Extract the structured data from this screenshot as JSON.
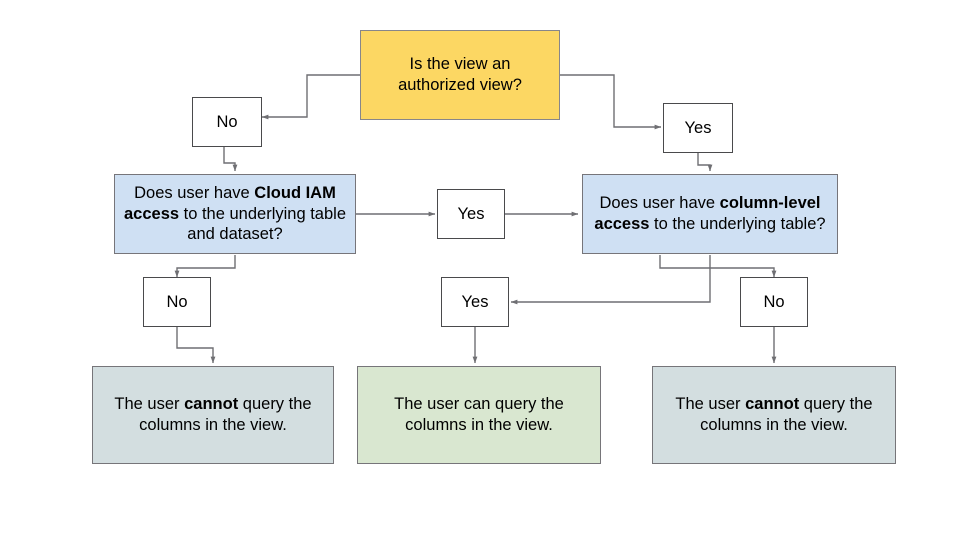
{
  "diagram": {
    "title": "Authorized view and column-level access decision flow",
    "background": "#ffffff",
    "colors": {
      "decision_fill": "#fcd763",
      "question_fill": "#cfe0f3",
      "deny_fill": "#d3dee0",
      "allow_fill": "#d9e7d0",
      "edge_stroke": "#6f6f73",
      "border": "#77767a"
    }
  },
  "nodes": {
    "authorized_view": {
      "label": "Is the view an\nauthorized view?",
      "kind": "decision"
    },
    "branch_no_top": {
      "label": "No",
      "kind": "branch"
    },
    "branch_yes_top": {
      "label": "Yes",
      "kind": "branch"
    },
    "cloud_iam": {
      "label_html": "Does user have <b>Cloud IAM access</b> to the underlying table and dataset?",
      "label": "Does user have Cloud IAM access to the underlying table and dataset?",
      "kind": "question"
    },
    "column_level": {
      "label_html": "Does user have <b>column-level access</b> to the underlying table?",
      "label": "Does user have column-level access to the underlying table?",
      "kind": "question"
    },
    "branch_yes_mid": {
      "label": "Yes",
      "kind": "branch"
    },
    "branch_no_left": {
      "label": "No",
      "kind": "branch"
    },
    "branch_yes_low": {
      "label": "Yes",
      "kind": "branch"
    },
    "branch_no_right": {
      "label": "No",
      "kind": "branch"
    },
    "outcome_left": {
      "label_html": "The user <b>cannot</b> query the columns in the view.",
      "label": "The user cannot query the columns in the view.",
      "kind": "outcome-deny"
    },
    "outcome_middle": {
      "label_html": "The user can query the columns in the view.",
      "label": "The user can query the columns in the view.",
      "kind": "outcome-allow"
    },
    "outcome_right": {
      "label_html": "The user <b>cannot</b> query the columns in the view.",
      "label": "The user cannot query the columns in the view.",
      "kind": "outcome-deny"
    }
  },
  "edges": [
    {
      "from": "authorized_view",
      "to": "branch_no_top",
      "label": ""
    },
    {
      "from": "authorized_view",
      "to": "branch_yes_top",
      "label": ""
    },
    {
      "from": "branch_no_top",
      "to": "cloud_iam",
      "label": ""
    },
    {
      "from": "branch_yes_top",
      "to": "column_level",
      "label": ""
    },
    {
      "from": "cloud_iam",
      "to": "branch_yes_mid",
      "label": ""
    },
    {
      "from": "branch_yes_mid",
      "to": "column_level",
      "label": ""
    },
    {
      "from": "cloud_iam",
      "to": "branch_no_left",
      "label": ""
    },
    {
      "from": "branch_no_left",
      "to": "outcome_left",
      "label": ""
    },
    {
      "from": "column_level",
      "to": "branch_yes_low",
      "label": ""
    },
    {
      "from": "branch_yes_low",
      "to": "outcome_middle",
      "label": ""
    },
    {
      "from": "column_level",
      "to": "branch_no_right",
      "label": ""
    },
    {
      "from": "branch_no_right",
      "to": "outcome_right",
      "label": ""
    }
  ]
}
